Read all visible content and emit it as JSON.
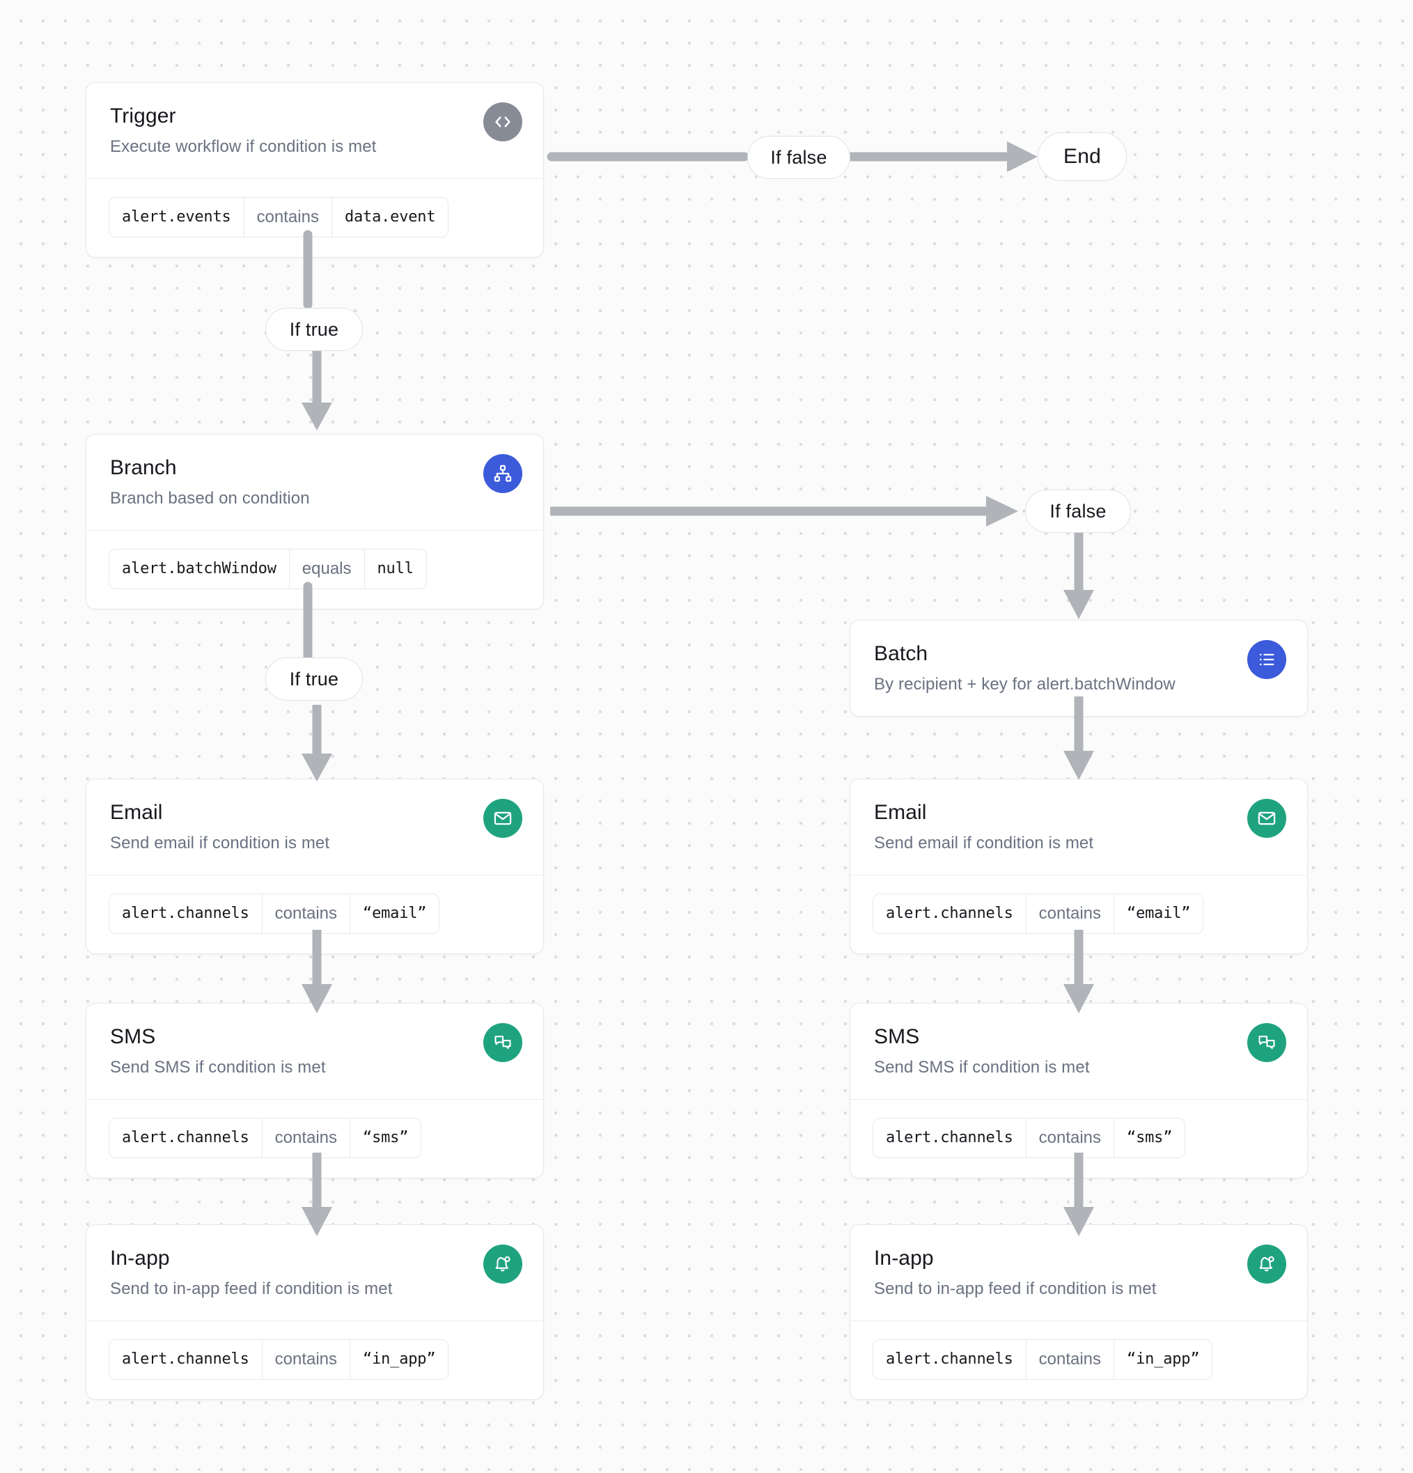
{
  "canvas": {
    "background": "#fbfbfc",
    "dot_color": "#dcdde1"
  },
  "palette": {
    "trigger_icon_bg": "#868b96",
    "branch_icon_bg": "#3b5bdb",
    "batch_icon_bg": "#3b5bdb",
    "channel_icon_bg": "#1fa37f",
    "edge": "#b0b3b8",
    "card_border": "#e7e8ec"
  },
  "nodes": {
    "trigger": {
      "title": "Trigger",
      "subtitle": "Execute workflow if condition is met",
      "icon": "code-icon",
      "condition": {
        "field": "alert.events",
        "operator": "contains",
        "value": "data.event"
      }
    },
    "branch": {
      "title": "Branch",
      "subtitle": "Branch based on condition",
      "icon": "sitemap-icon",
      "condition": {
        "field": "alert.batchWindow",
        "operator": "equals",
        "value": "null"
      }
    },
    "batch": {
      "title": "Batch",
      "subtitle": "By recipient + key for alert.batchWindow",
      "icon": "list-icon"
    },
    "email_left": {
      "title": "Email",
      "subtitle": "Send email if condition is met",
      "icon": "envelope-icon",
      "condition": {
        "field": "alert.channels",
        "operator": "contains",
        "value": "“email”"
      }
    },
    "sms_left": {
      "title": "SMS",
      "subtitle": "Send SMS if condition is met",
      "icon": "chat-bubbles-icon",
      "condition": {
        "field": "alert.channels",
        "operator": "contains",
        "value": "“sms”"
      }
    },
    "inapp_left": {
      "title": "In-app",
      "subtitle": "Send to in-app feed if condition is met",
      "icon": "bell-dot-icon",
      "condition": {
        "field": "alert.channels",
        "operator": "contains",
        "value": "“in_app”"
      }
    },
    "email_right": {
      "title": "Email",
      "subtitle": "Send email if condition is met",
      "icon": "envelope-icon",
      "condition": {
        "field": "alert.channels",
        "operator": "contains",
        "value": "“email”"
      }
    },
    "sms_right": {
      "title": "SMS",
      "subtitle": "Send SMS if condition is met",
      "icon": "chat-bubbles-icon",
      "condition": {
        "field": "alert.channels",
        "operator": "contains",
        "value": "“sms”"
      }
    },
    "inapp_right": {
      "title": "In-app",
      "subtitle": "Send to in-app feed if condition is met",
      "icon": "bell-dot-icon",
      "condition": {
        "field": "alert.channels",
        "operator": "contains",
        "value": "“in_app”"
      }
    }
  },
  "labels": {
    "trigger_false": "If false",
    "trigger_true": "If true",
    "branch_false": "If false",
    "branch_true": "If true",
    "end": "End"
  }
}
